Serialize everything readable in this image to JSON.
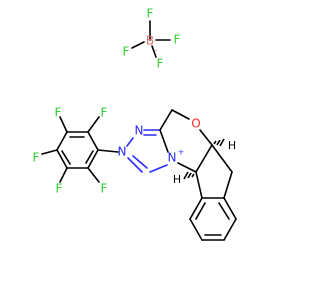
{
  "colors": {
    "fluorine": "#33cc33",
    "boron": "#e07070",
    "nitrogen": "#2b2bff",
    "oxygen": "#ff2a2a",
    "carbon": "#000000"
  },
  "labels": {
    "boron": "B",
    "boron_charge": "-",
    "fluorine": "F",
    "nitrogen": "N",
    "nitrogen_charge": "+",
    "oxygen": "O",
    "hydrogen": "H"
  }
}
